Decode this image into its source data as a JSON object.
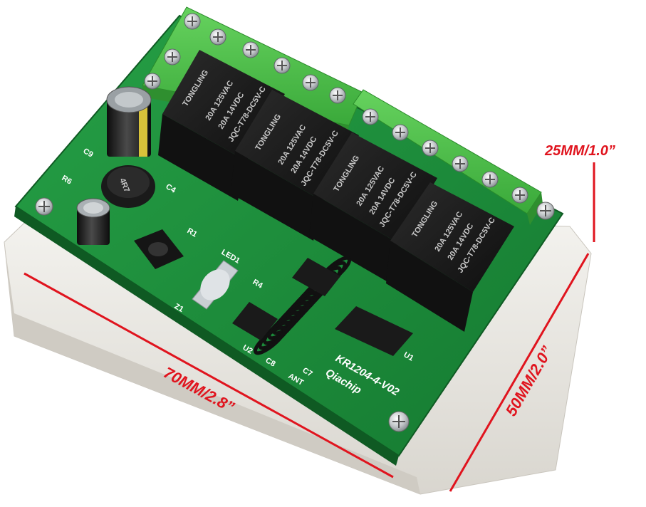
{
  "dimensions": {
    "height": "25MM/1.0”",
    "length": "70MM/2.8”",
    "width": "50MM/2.0”"
  },
  "board": {
    "model": "KR1204-4-V02",
    "maker": "Qiachip",
    "relay_brand": "TONGLING",
    "relay_spec_1": "20A 125VAC",
    "relay_spec_2": "20A 14VDC",
    "relay_model": "JQC-T78-DC5V-C",
    "inductor_label": "4R7",
    "labels": {
      "c9": "C9",
      "r6": "R6",
      "c4": "C4",
      "r1": "R1",
      "led1": "LED1",
      "z1": "Z1",
      "r4": "R4",
      "u2": "U2",
      "c8": "C8",
      "c7": "C7",
      "ant": "ANT",
      "u1": "U1"
    }
  },
  "colors": {
    "pcb": "#1e8a3a",
    "pcb_dark": "#146b2b",
    "relay": "#1b1b1b",
    "terminal": "#4cbf4a",
    "dimension": "#e0141e",
    "base": "#e9e7e2"
  }
}
